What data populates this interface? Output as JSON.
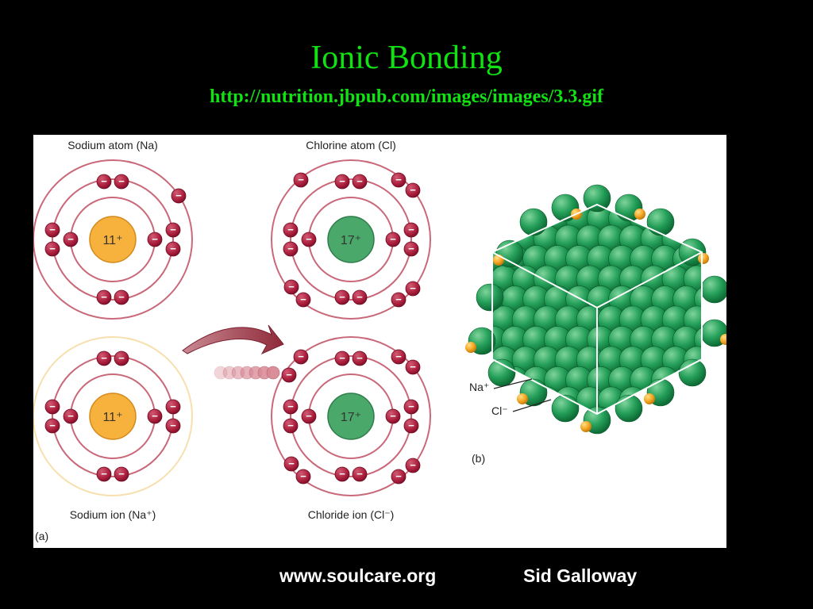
{
  "slide": {
    "title": "Ionic Bonding",
    "subtitle": "http://nutrition.jbpub.com/images/images/3.3.gif"
  },
  "figure": {
    "panel_a": {
      "label": "(a)",
      "sodium_atom": {
        "caption": "Sodium atom (Na)",
        "nucleus": "11⁺"
      },
      "chlorine_atom": {
        "caption": "Chlorine atom (Cl)",
        "nucleus": "17⁺"
      },
      "sodium_ion": {
        "caption": "Sodium ion (Na⁺)",
        "nucleus": "11⁺"
      },
      "chloride_ion": {
        "caption": "Chloride ion (Cl⁻)",
        "nucleus": "17⁺"
      }
    },
    "panel_b": {
      "label": "(b)",
      "na_label": "Na⁺",
      "cl_label": "Cl⁻"
    },
    "electron_symbol": "−",
    "colors": {
      "sodium_nucleus": "#f6b23c",
      "chlorine_nucleus": "#4aa86a",
      "electron": "#a81c3a",
      "shell": "#c96878",
      "na_ion_lattice": "#f5a623",
      "cl_ion_lattice": "#1f9a55"
    }
  },
  "footer": {
    "website": "www.soulcare.org",
    "author": "Sid Galloway"
  }
}
